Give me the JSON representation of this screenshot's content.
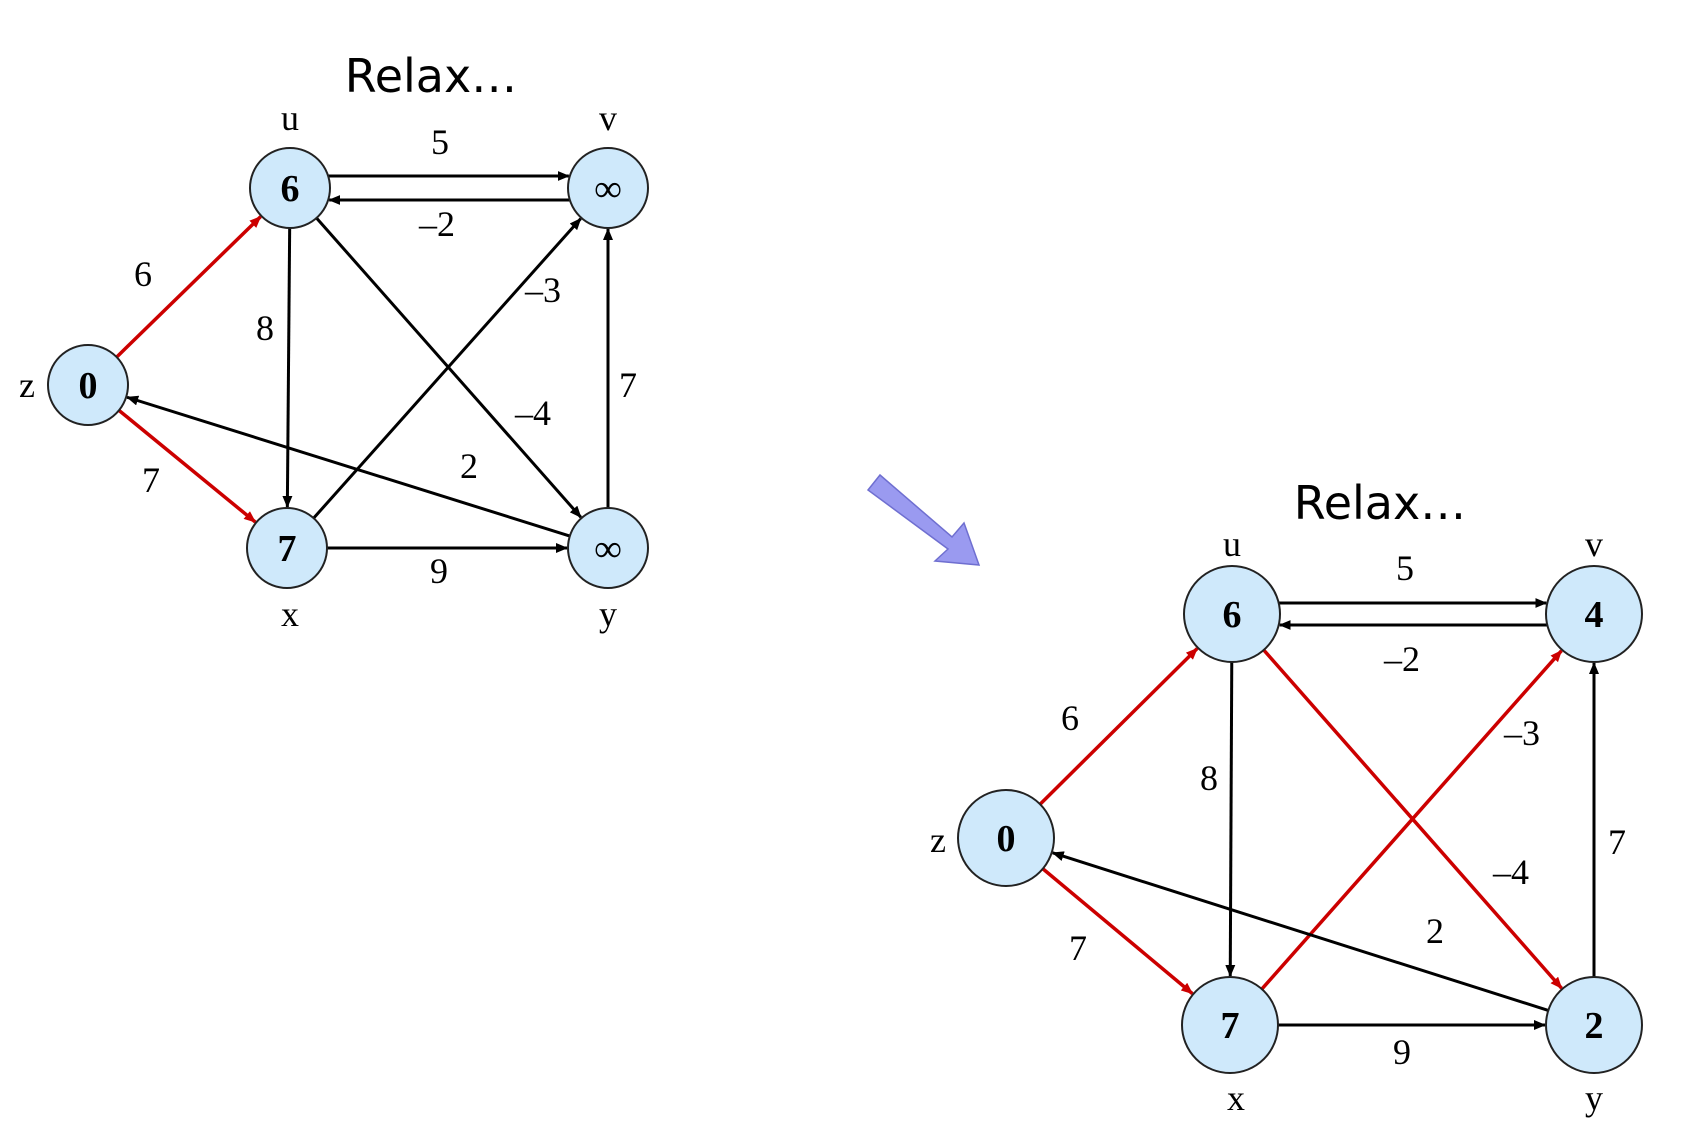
{
  "colors": {
    "node_fill": "#cfe9fb",
    "edge_default": "#000000",
    "edge_highlight": "#cc0000",
    "arrow": "#9a9af0"
  },
  "transition_arrow_icon": "arrow-down-right-icon",
  "graphs": [
    {
      "title": "Relax…",
      "nodes": {
        "u": {
          "label": "u",
          "value": "6"
        },
        "v": {
          "label": "v",
          "value": "∞"
        },
        "z": {
          "label": "z",
          "value": "0"
        },
        "x": {
          "label": "x",
          "value": "7"
        },
        "y": {
          "label": "y",
          "value": "∞"
        }
      },
      "edges": [
        {
          "from": "u",
          "to": "v",
          "weight": "5",
          "highlight": false
        },
        {
          "from": "v",
          "to": "u",
          "weight": "–2",
          "highlight": false
        },
        {
          "from": "z",
          "to": "u",
          "weight": "6",
          "highlight": true
        },
        {
          "from": "u",
          "to": "x",
          "weight": "8",
          "highlight": false
        },
        {
          "from": "x",
          "to": "v",
          "weight": "–3",
          "highlight": false
        },
        {
          "from": "u",
          "to": "y",
          "weight": "–4",
          "highlight": false
        },
        {
          "from": "y",
          "to": "v",
          "weight": "7",
          "highlight": false
        },
        {
          "from": "y",
          "to": "z",
          "weight": "2",
          "highlight": false
        },
        {
          "from": "z",
          "to": "x",
          "weight": "7",
          "highlight": true
        },
        {
          "from": "x",
          "to": "y",
          "weight": "9",
          "highlight": false
        }
      ]
    },
    {
      "title": "Relax…",
      "nodes": {
        "u": {
          "label": "u",
          "value": "6"
        },
        "v": {
          "label": "v",
          "value": "4"
        },
        "z": {
          "label": "z",
          "value": "0"
        },
        "x": {
          "label": "x",
          "value": "7"
        },
        "y": {
          "label": "y",
          "value": "2"
        }
      },
      "edges": [
        {
          "from": "u",
          "to": "v",
          "weight": "5",
          "highlight": false
        },
        {
          "from": "v",
          "to": "u",
          "weight": "–2",
          "highlight": false
        },
        {
          "from": "z",
          "to": "u",
          "weight": "6",
          "highlight": true
        },
        {
          "from": "u",
          "to": "x",
          "weight": "8",
          "highlight": false
        },
        {
          "from": "x",
          "to": "v",
          "weight": "–3",
          "highlight": true
        },
        {
          "from": "u",
          "to": "y",
          "weight": "–4",
          "highlight": true
        },
        {
          "from": "y",
          "to": "v",
          "weight": "7",
          "highlight": false
        },
        {
          "from": "y",
          "to": "z",
          "weight": "2",
          "highlight": false
        },
        {
          "from": "z",
          "to": "x",
          "weight": "7",
          "highlight": true
        },
        {
          "from": "x",
          "to": "y",
          "weight": "9",
          "highlight": false
        }
      ]
    }
  ]
}
